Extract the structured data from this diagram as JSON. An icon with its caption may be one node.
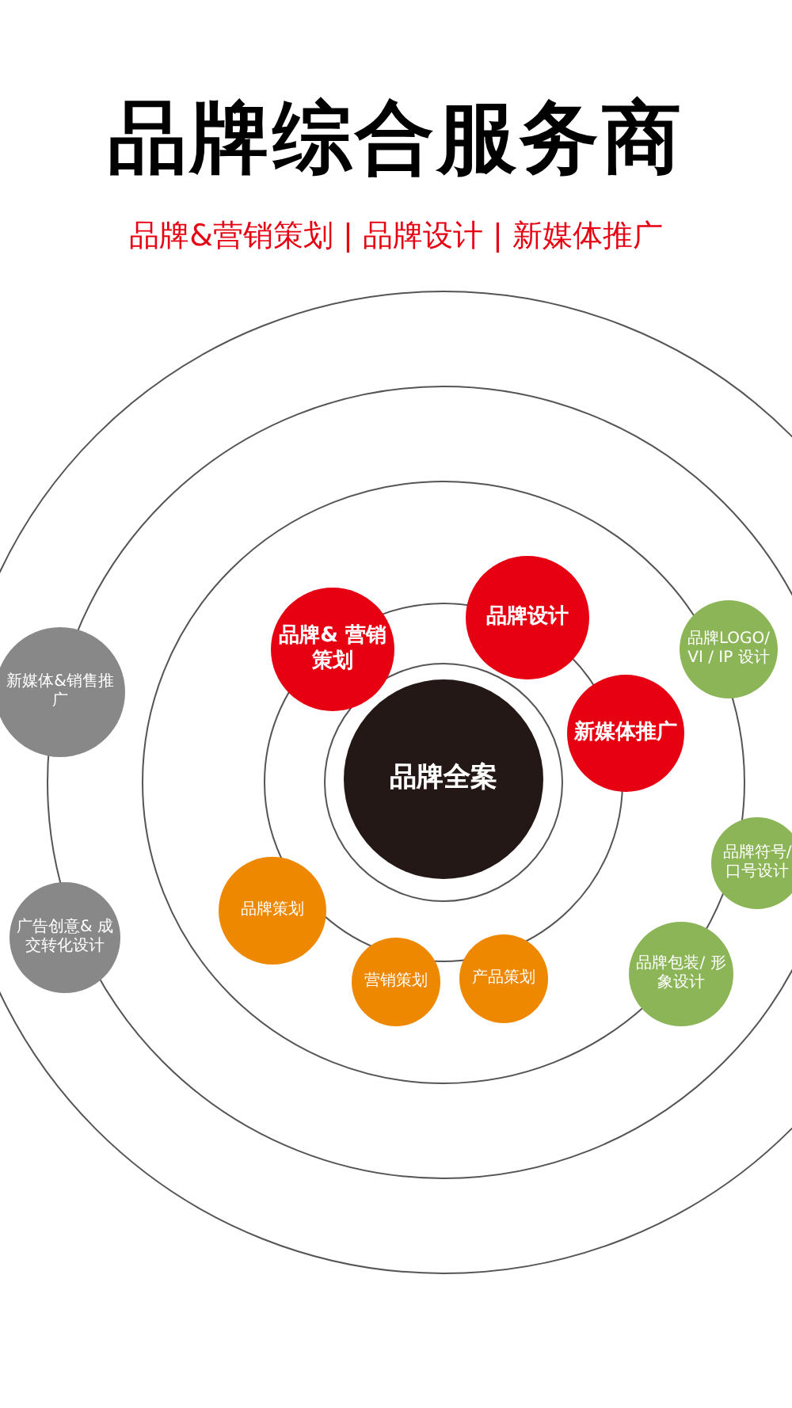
{
  "diagram": {
    "title": "品牌综合服务商",
    "nodes": [
      {
        "text": [
          "品牌全案"
        ]
      },
      {
        "text": [
          "品牌& 营销策划"
        ]
      },
      {
        "text": [
          "品牌设计"
        ]
      },
      {
        "text": [
          "新媒体推广"
        ]
      },
      {
        "text": [
          "新媒体&销售推广"
        ]
      },
      {
        "text": [
          "品牌LOGO/ VI / IP 设计"
        ]
      },
      {
        "text": [
          "品牌符号/ 口号设计"
        ]
      },
      {
        "text": [
          "广告创意& 成交转化设计"
        ]
      },
      {
        "text": [
          "品牌策划"
        ]
      },
      {
        "text": [
          "品牌包装/ 形象设计"
        ]
      },
      {
        "text": [
          "营销策划"
        ]
      },
      {
        "text": [
          "产品策划"
        ]
      }
    ],
    "edges": [],
    "labels": [
      "品牌&营销策划 | 品牌设计 | 新媒体推广"
    ]
  }
}
